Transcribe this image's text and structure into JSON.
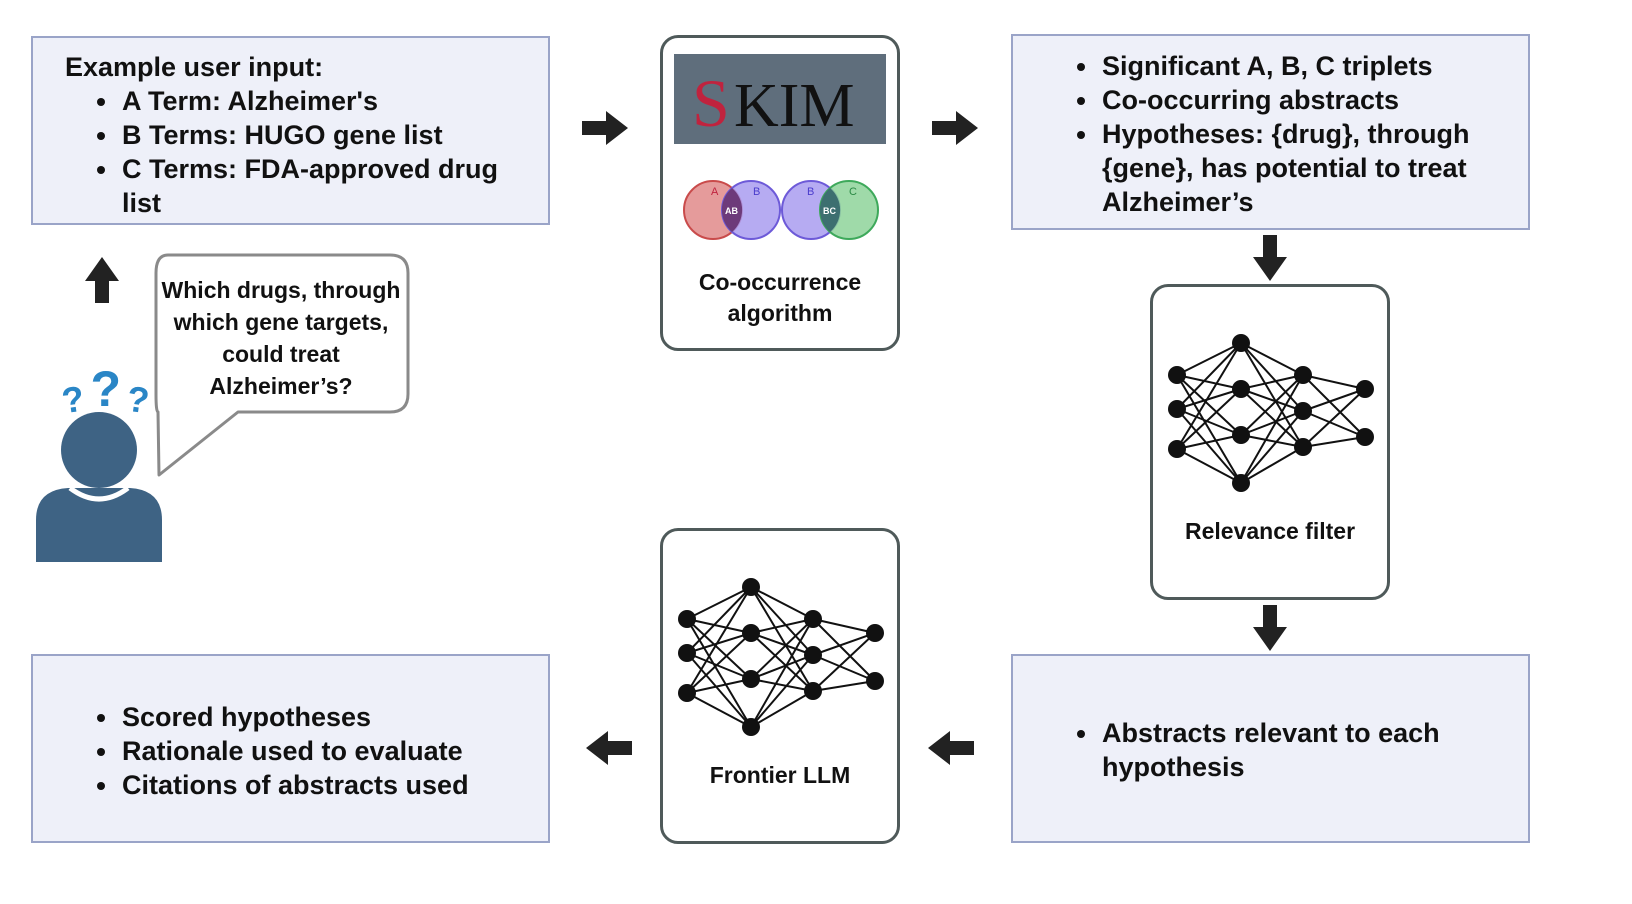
{
  "input_box": {
    "heading": "Example user input:",
    "items": [
      "A Term: Alzheimer's",
      "B Terms: HUGO gene list",
      "C Terms: FDA-approved drug list"
    ]
  },
  "question": {
    "text": "Which drugs, through which gene targets, could treat Alzheimer’s?",
    "marks": "???"
  },
  "skim": {
    "logo_s": "S",
    "logo_rest": "KIM",
    "venn_left": {
      "a": "A",
      "b": "B",
      "overlap": "AB"
    },
    "venn_right": {
      "b": "B",
      "c": "C",
      "overlap": "BC"
    },
    "label_line1": "Co-occurrence",
    "label_line2": "algorithm"
  },
  "results_box": {
    "items": [
      "Significant A, B, C triplets",
      "Co-occurring abstracts",
      "Hypotheses: {drug}, through {gene}, has potential to treat Alzheimer’s"
    ]
  },
  "relevance_filter": {
    "label": "Relevance filter"
  },
  "abstracts_box": {
    "items": [
      "Abstracts relevant to each hypothesis"
    ]
  },
  "frontier_llm": {
    "label": "Frontier LLM"
  },
  "output_box": {
    "items": [
      "Scored hypotheses",
      "Rationale used to evaluate",
      "Citations of abstracts used"
    ]
  },
  "colors": {
    "panel_fill": "#eef0f9",
    "panel_border": "#9aa4c8",
    "person": "#3e6384",
    "question_marks": "#2a86c6",
    "skim_banner": "#5f6e7c",
    "skim_s": "#c0233e",
    "venn_a": "#e08a8a",
    "venn_b": "#a99cf0",
    "venn_c": "#8ed49a",
    "venn_ab": "#6d3a7a",
    "venn_bc": "#3d6f70"
  }
}
